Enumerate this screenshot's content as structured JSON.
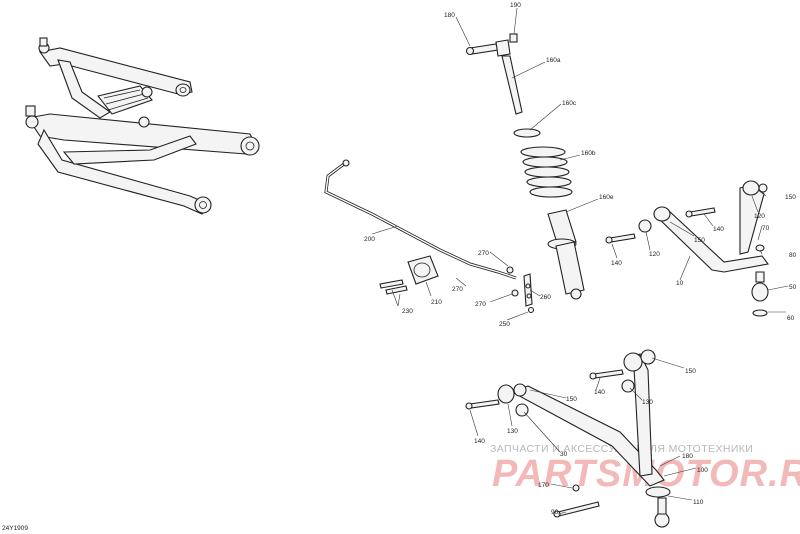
{
  "diagram_code": "24Y1909",
  "watermark": {
    "line1": "ЗАПЧАСТИ И АКСЕССУАРЫ ДЛЯ МОТОТЕХНИКИ",
    "line2": "PARTSMOTOR.RU"
  },
  "callouts": [
    {
      "id": "c180a",
      "text": "180"
    },
    {
      "id": "c190",
      "text": "190"
    },
    {
      "id": "c160a",
      "text": "160a"
    },
    {
      "id": "c160c",
      "text": "160c"
    },
    {
      "id": "c160b",
      "text": "160b"
    },
    {
      "id": "c160e",
      "text": "160e"
    },
    {
      "id": "c150a",
      "text": "150"
    },
    {
      "id": "c120a",
      "text": "120"
    },
    {
      "id": "c140a",
      "text": "140"
    },
    {
      "id": "c150b",
      "text": "150"
    },
    {
      "id": "c140b",
      "text": "140"
    },
    {
      "id": "c120b",
      "text": "120"
    },
    {
      "id": "c70",
      "text": "70"
    },
    {
      "id": "c80",
      "text": "80"
    },
    {
      "id": "c10",
      "text": "10"
    },
    {
      "id": "c50",
      "text": "50"
    },
    {
      "id": "c60",
      "text": "60"
    },
    {
      "id": "c200",
      "text": "200"
    },
    {
      "id": "c270a",
      "text": "270"
    },
    {
      "id": "c270b",
      "text": "270"
    },
    {
      "id": "c270c",
      "text": "270"
    },
    {
      "id": "c260",
      "text": "260"
    },
    {
      "id": "c250",
      "text": "250"
    },
    {
      "id": "c210",
      "text": "210"
    },
    {
      "id": "c230",
      "text": "230"
    },
    {
      "id": "c150c",
      "text": "150"
    },
    {
      "id": "c150d",
      "text": "150"
    },
    {
      "id": "c140c",
      "text": "140"
    },
    {
      "id": "c140d",
      "text": "140"
    },
    {
      "id": "c130a",
      "text": "130"
    },
    {
      "id": "c130b",
      "text": "130"
    },
    {
      "id": "c30",
      "text": "30"
    },
    {
      "id": "c180b",
      "text": "180"
    },
    {
      "id": "c100",
      "text": "100"
    },
    {
      "id": "c170",
      "text": "170"
    },
    {
      "id": "c90",
      "text": "90"
    },
    {
      "id": "c110",
      "text": "110"
    }
  ]
}
